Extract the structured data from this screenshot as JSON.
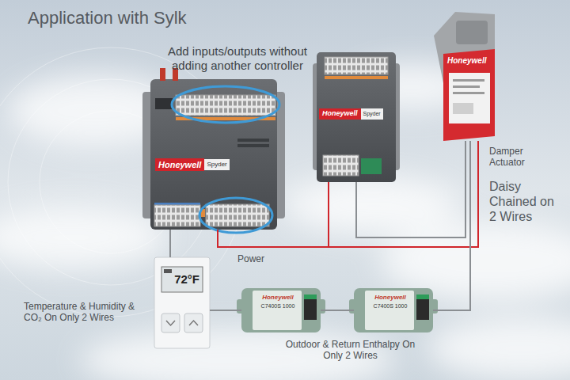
{
  "diagram": {
    "title": "Application with Sylk",
    "nodes": [
      {
        "text": [
          "Honeywell",
          "Spyder"
        ]
      },
      {
        "text": [
          "Honeywell",
          "Spyder"
        ]
      },
      {
        "text": [
          "Honeywell"
        ]
      },
      {
        "text": [
          "72°F"
        ]
      },
      {
        "text": [
          "Honeywell",
          "C7400S 1000"
        ]
      },
      {
        "text": [
          "Honeywell",
          "C7400S 1000"
        ]
      }
    ],
    "edges": [
      {
        "from": 0,
        "to": 1,
        "arrow": "none"
      },
      {
        "from": 0,
        "to": 2,
        "arrow": "none"
      },
      {
        "from": 0,
        "to": 3,
        "arrow": "none"
      },
      {
        "from": 3,
        "to": 4,
        "arrow": "none"
      },
      {
        "from": 4,
        "to": 5,
        "arrow": "none"
      },
      {
        "from": 5,
        "to": 2,
        "arrow": "none"
      },
      {
        "from": 1,
        "to": 2,
        "arrow": "none"
      }
    ],
    "labels": [
      "Add inputs/outputs without adding another controller",
      "Damper Actuator",
      "Daisy Chained on 2 Wires",
      "Power",
      "Temperature & Humidity & CO₂ On Only 2 Wires",
      "Outdoor & Return Enthalpy On Only 2 Wires"
    ]
  }
}
